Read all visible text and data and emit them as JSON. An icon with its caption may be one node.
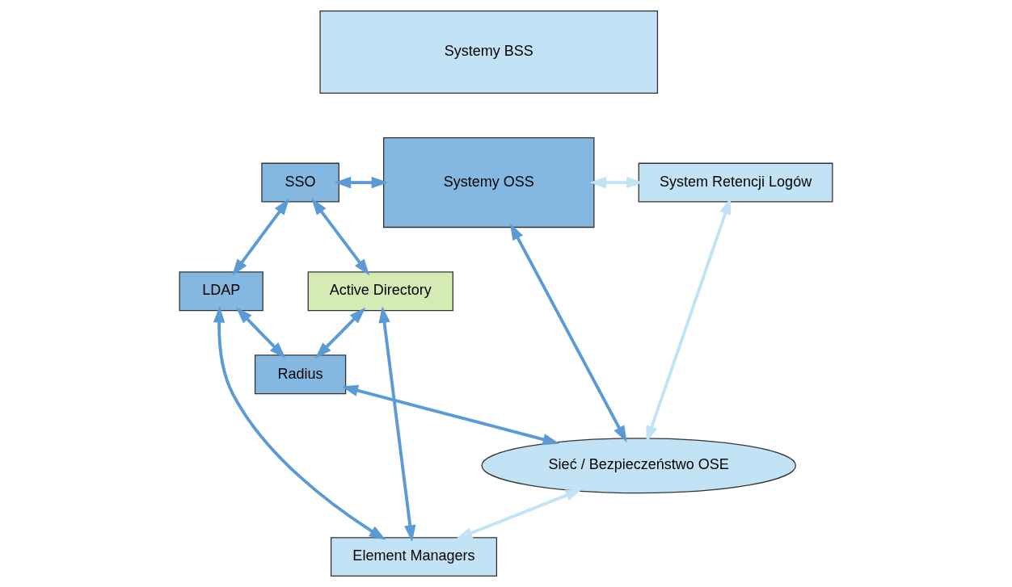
{
  "diagram": {
    "nodes": [
      {
        "text": [
          "Systemy BSS"
        ]
      },
      {
        "text": [
          "Systemy OSS"
        ]
      },
      {
        "text": [
          "SSO"
        ]
      },
      {
        "text": [
          "LDAP"
        ]
      },
      {
        "text": [
          "Active Directory"
        ]
      },
      {
        "text": [
          "Radius"
        ]
      },
      {
        "text": [
          "Sieć / Bezpieczeństwo OSE"
        ]
      },
      {
        "text": [
          "System Retencji Logów"
        ]
      },
      {
        "text": [
          "Element Managers"
        ]
      }
    ],
    "edges": [
      {
        "from": 2,
        "to": 1,
        "arrow": "both"
      },
      {
        "from": 2,
        "to": 3,
        "arrow": "both"
      },
      {
        "from": 2,
        "to": 4,
        "arrow": "both"
      },
      {
        "from": 1,
        "to": 7,
        "arrow": "both",
        "color": "#c2e3f5"
      },
      {
        "from": 1,
        "to": 6,
        "arrow": "both"
      },
      {
        "from": 4,
        "to": 5,
        "arrow": "both"
      },
      {
        "from": 3,
        "to": 5,
        "arrow": "both"
      },
      {
        "from": 4,
        "to": 8,
        "arrow": "both"
      },
      {
        "from": 3,
        "to": 8,
        "arrow": "both"
      },
      {
        "from": 5,
        "to": 6,
        "arrow": "both"
      },
      {
        "from": 7,
        "to": 6,
        "arrow": "both",
        "color": "#c2e3f5"
      },
      {
        "from": 6,
        "to": 8,
        "arrow": "both",
        "color": "#c2e3f5"
      }
    ]
  }
}
